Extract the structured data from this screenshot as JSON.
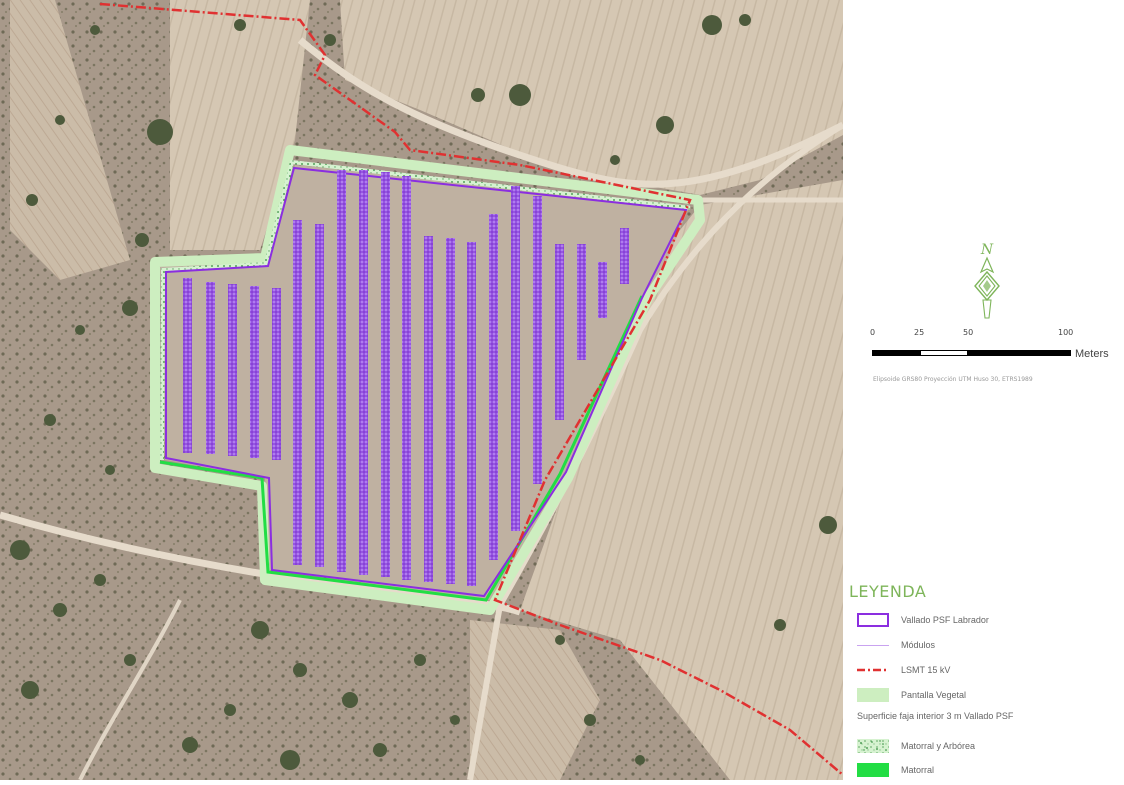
{
  "map": {
    "layers": [
      "ortho-aerial-background",
      "field-parcels",
      "rural-tracks",
      "tree-canopies",
      "pantalla-vegetal",
      "vallado",
      "modulos",
      "lsmt-line"
    ],
    "colors": {
      "background": "#b9a998",
      "field_light": "#d9cbb8",
      "field_dark": "#a89684",
      "track": "#e6dbcb",
      "tree": "#4d5a3c",
      "pantalla_vegetal": "#cdeec0",
      "vallado": "#8b2ee0",
      "modulos": "#6a1fb8",
      "matorral": "#22dd44",
      "lsmt": "#e03131"
    }
  },
  "north_arrow": {
    "label": "N",
    "icon": "north-arrow-icon"
  },
  "scale": {
    "ticks": [
      "0",
      "25",
      "50",
      "100"
    ],
    "unit": "Meters",
    "caption": "Elipsoide GRS80 Proyección UTM Huso 30, ETRS1989"
  },
  "legend": {
    "title": "LEYENDA",
    "items": [
      {
        "label": "Vallado PSF Labrador",
        "symbol": "purple-outline-box"
      },
      {
        "label": "Módulos",
        "symbol": "thin-violet-line"
      },
      {
        "label": "LSMT 15 kV",
        "symbol": "red-dash-dot-line"
      },
      {
        "label": "Pantalla Vegetal",
        "symbol": "light-green-box"
      }
    ],
    "subheading": "Superficie faja interior 3 m Vallado PSF",
    "subitems": [
      {
        "label": "Matorral y Arbórea",
        "symbol": "green-dotted-box"
      },
      {
        "label": "Matorral",
        "symbol": "green-box"
      }
    ]
  }
}
